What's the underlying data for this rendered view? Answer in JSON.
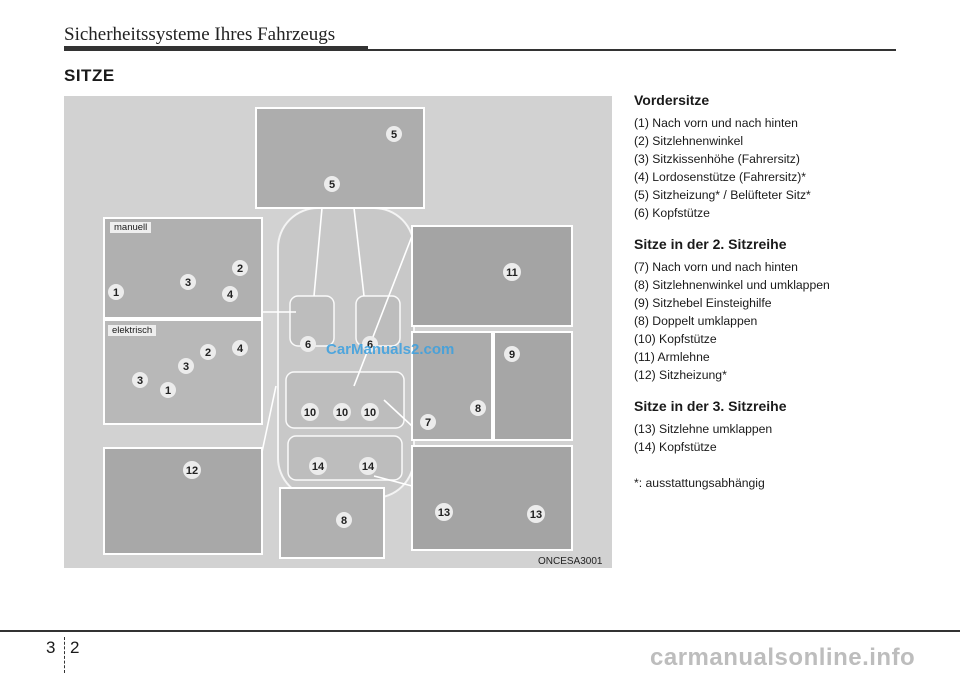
{
  "header": {
    "title": "Sicherheitssysteme Ihres Fahrzeugs"
  },
  "section": {
    "title": "SITZE"
  },
  "figure": {
    "code": "ONCESA3001",
    "label_manual": "manuell",
    "label_electric": "elektrisch",
    "watermark": "CarManuals2.com",
    "callouts": [
      "1",
      "2",
      "3",
      "4",
      "5",
      "6",
      "7",
      "8",
      "9",
      "10",
      "11",
      "12",
      "13",
      "14"
    ]
  },
  "groups": [
    {
      "heading": "Vordersitze",
      "items": [
        "(1) Nach vorn und nach hinten",
        "(2) Sitzlehnenwinkel",
        "(3) Sitzkissenhöhe (Fahrersitz)",
        "(4) Lordosenstütze (Fahrersitz)*",
        "(5) Sitzheizung* / Belüfteter Sitz*",
        "(6) Kopfstütze"
      ]
    },
    {
      "heading": "Sitze in der 2. Sitzreihe",
      "items": [
        "(7) Nach vorn und nach hinten",
        "(8) Sitzlehnenwinkel und umklappen",
        "(9) Sitzhebel Einsteighilfe",
        "(8) Doppelt umklappen",
        "(10) Kopfstütze",
        "(11) Armlehne",
        "(12) Sitzheizung*"
      ]
    },
    {
      "heading": "Sitze in der 3. Sitzreihe",
      "items": [
        "(13) Sitzlehne umklappen",
        "(14) Kopfstütze"
      ]
    }
  ],
  "footnote": "*: ausstattungsabhängig",
  "footer": {
    "page_left": "3",
    "page_right": "2",
    "watermark": "carmanualsonline.info"
  }
}
